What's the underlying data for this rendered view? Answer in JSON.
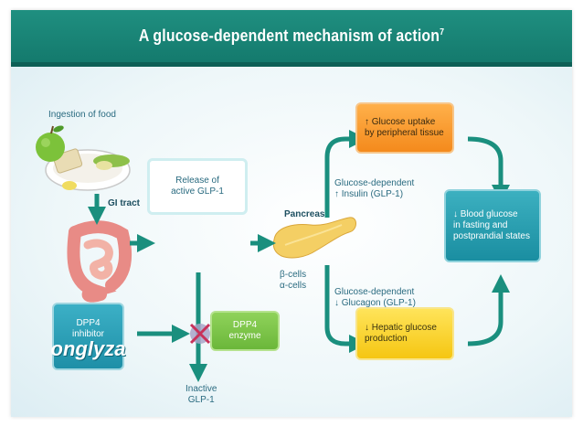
{
  "title": "A glucose-dependent mechanism of action",
  "title_ref": "7",
  "labels": {
    "ingestion": "Ingestion of food",
    "gi_tract": "GI tract",
    "pancreas": "Pancreas",
    "beta_cells": "β-cells",
    "alpha_cells": "α-cells",
    "insulin_line1": "Glucose-dependent",
    "insulin_line2": "Insulin (GLP-1)",
    "glucagon_line1": "Glucose-dependent",
    "glucagon_line2": "Glucagon (GLP-1)",
    "inactive_line1": "Inactive",
    "inactive_line2": "GLP-1"
  },
  "boxes": {
    "release_line1": "Release of",
    "release_line2": "active GLP-1",
    "uptake_line1": "Glucose uptake",
    "uptake_line2": "by peripheral tissue",
    "hepatic_line1": "Hepatic glucose",
    "hepatic_line2": "production",
    "blood_line1": "Blood glucose",
    "blood_line2": "in fasting and",
    "blood_line3": "postprandial states",
    "dpp4_enzyme_line1": "DPP4",
    "dpp4_enzyme_line2": "enzyme",
    "dpp4_inhibitor_line1": "DPP4",
    "dpp4_inhibitor_line2": "inhibitor",
    "brand": "onglyza"
  },
  "symbols": {
    "up": "↑",
    "down": "↓"
  },
  "colors": {
    "header": "#147a6d",
    "arrow": "#1a8f7e",
    "uptake": "#f48a1c",
    "hepatic": "#f5c612",
    "blood": "#1a8ea1",
    "dpp4_enzyme": "#6bb73a",
    "dpp4_inhibitor": "#1e8fa7",
    "block_x": "#c8325a"
  },
  "icons": [
    "food-plate-icon",
    "apple-icon",
    "intestine-icon",
    "pancreas-icon",
    "block-x-icon"
  ]
}
